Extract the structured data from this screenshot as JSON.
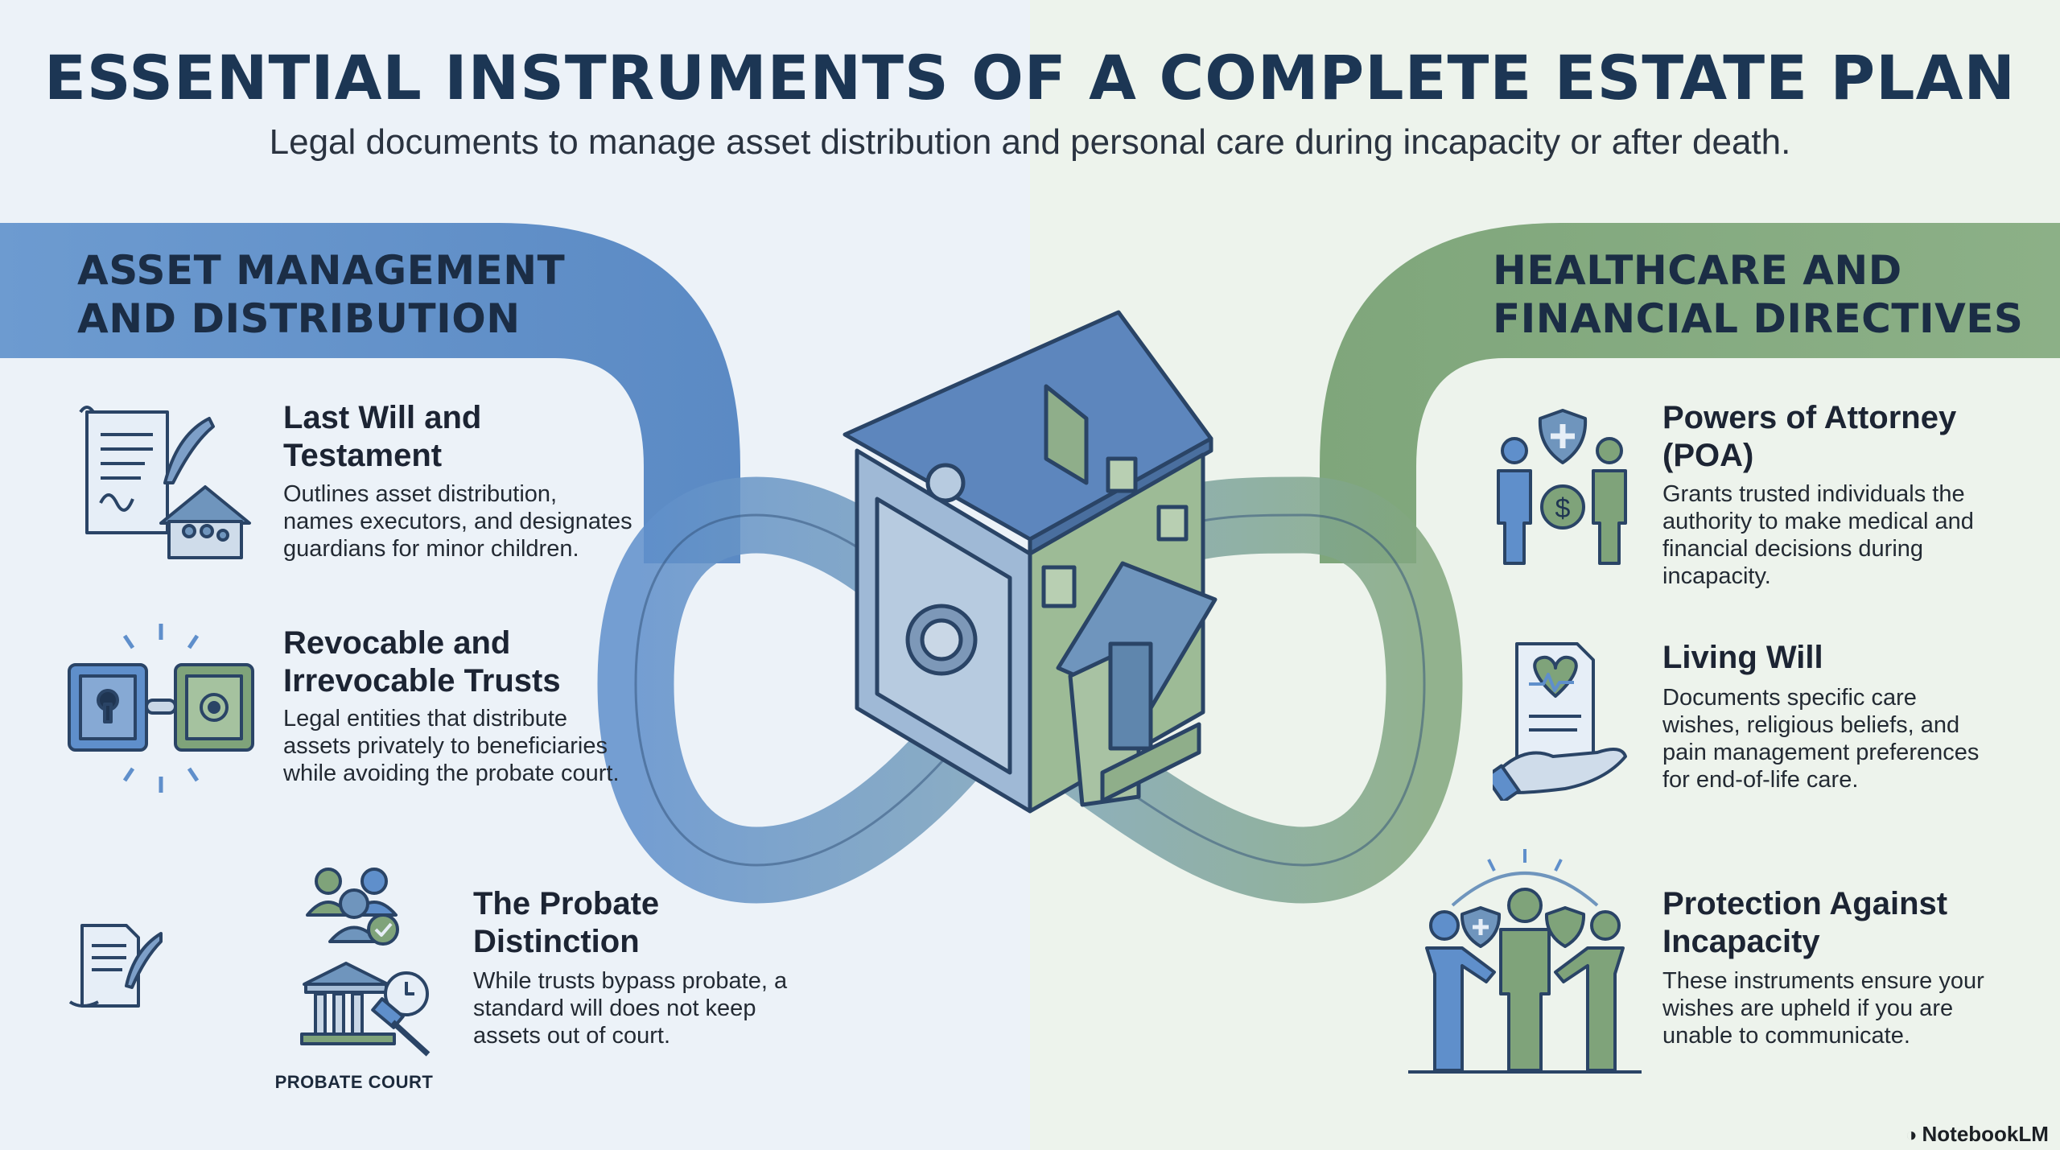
{
  "title": "ESSENTIAL INSTRUMENTS OF A COMPLETE ESTATE PLAN",
  "subtitle": "Legal documents to manage asset distribution and personal care during incapacity or after death.",
  "colors": {
    "navy": "#1c3654",
    "blue": "#5f8fcb",
    "green": "#7fa37a",
    "bg_left": "#ecf2f8",
    "bg_right": "#edf3ec"
  },
  "left_section": {
    "title_line1": "ASSET MANAGEMENT",
    "title_line2": "AND DISTRIBUTION",
    "items": [
      {
        "icon": "will-scroll-house-icon",
        "title_line1": "Last Will and",
        "title_line2": "Testament",
        "desc": [
          "Outlines asset distribution,",
          "names executors, and designates",
          "guardians for minor children."
        ]
      },
      {
        "icon": "linked-safes-icon",
        "title_line1": "Revocable and",
        "title_line2": "Irrevocable Trusts",
        "desc": [
          "Legal entities that distribute",
          "assets privately to beneficiaries",
          "while avoiding the probate court."
        ]
      },
      {
        "icon": "probate-court-icon",
        "title_line1": "The Probate",
        "title_line2": "Distinction",
        "desc": [
          "While trusts bypass probate, a",
          "standard will does not keep",
          "assets out of court."
        ]
      }
    ],
    "probate_label": "PROBATE COURT"
  },
  "right_section": {
    "title_line1": "HEALTHCARE AND",
    "title_line2": "FINANCIAL DIRECTIVES",
    "items": [
      {
        "icon": "people-shield-dollar-icon",
        "title_line1": "Powers of Attorney",
        "title_line2": "(POA)",
        "desc": [
          "Grants trusted individuals the",
          "authority to make medical and",
          "financial decisions during",
          "incapacity."
        ]
      },
      {
        "icon": "heart-document-hand-icon",
        "title_line1": "Living Will",
        "desc": [
          "Documents specific care",
          "wishes, religious beliefs, and",
          "pain management preferences",
          "for end-of-life care."
        ]
      },
      {
        "icon": "protected-people-icon",
        "title_line1": "Protection Against",
        "title_line2": "Incapacity",
        "desc": [
          "These instruments ensure your",
          "wishes are upheld if you are",
          "unable to communicate."
        ]
      }
    ]
  },
  "brand": "NotebookLM"
}
